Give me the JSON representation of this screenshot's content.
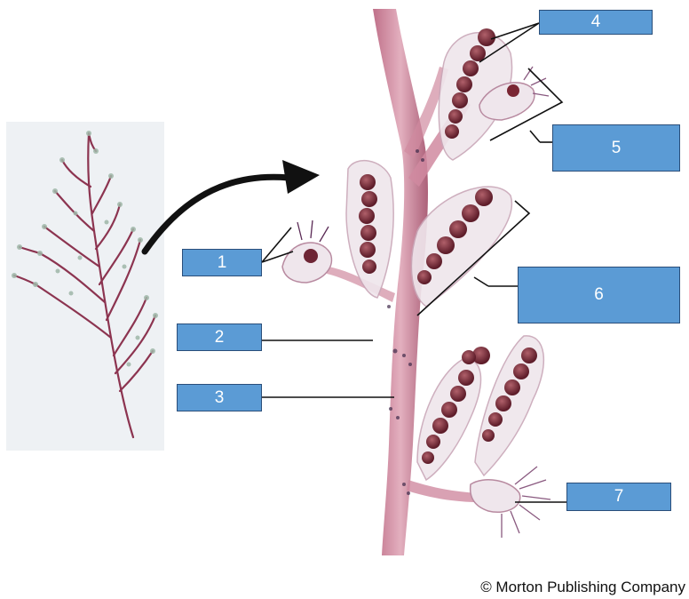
{
  "figure": {
    "labels": [
      "1",
      "2",
      "3",
      "4",
      "5",
      "6",
      "7"
    ],
    "credit": "© Morton Publishing Company"
  },
  "colors": {
    "label_fill": "#5b9bd5",
    "label_border": "#2a4e7a",
    "stalk": "#c97a93",
    "stalk_dark": "#8e3a55",
    "gonad": "#7a2633",
    "gonad_light": "#a85560"
  }
}
